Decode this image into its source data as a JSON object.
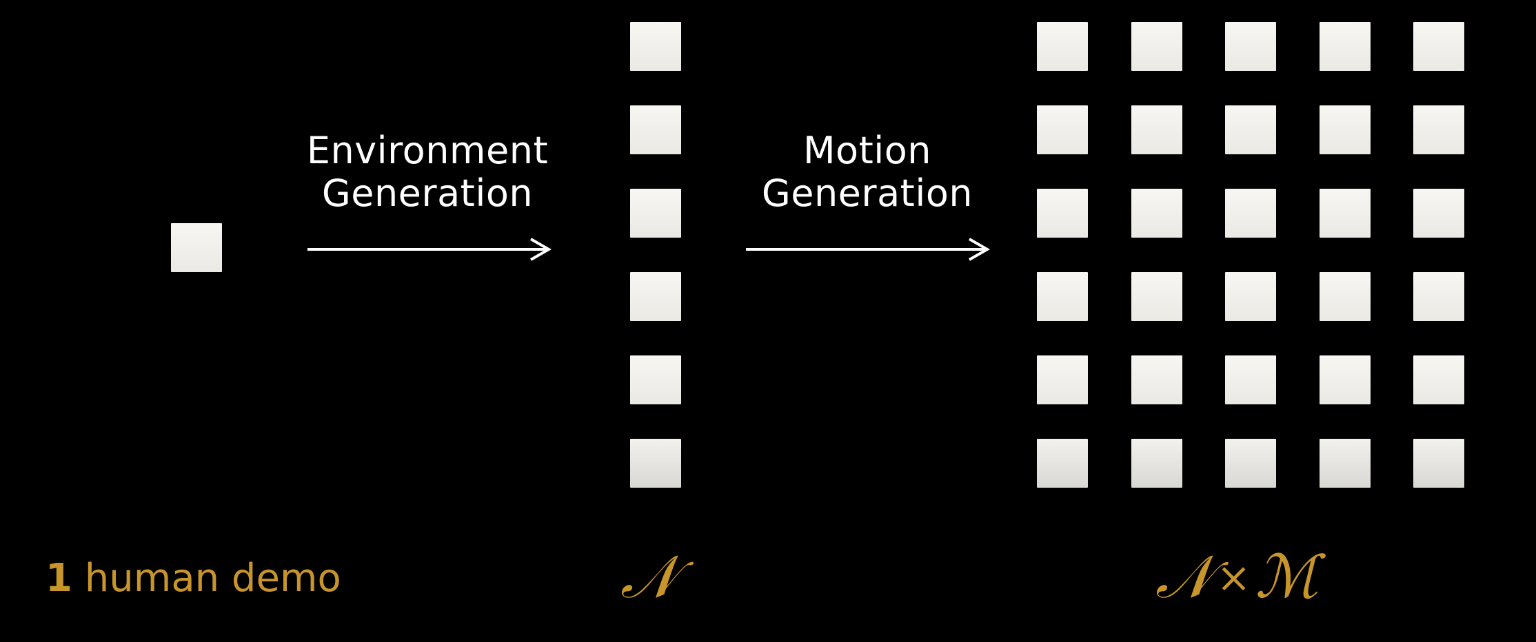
{
  "colors": {
    "background": "#000000",
    "tile": "#f5f4f0",
    "text": "#ffffff",
    "accent": "#c8952b"
  },
  "stages": {
    "environment_generation": {
      "line1": "Environment",
      "line2": "Generation"
    },
    "motion_generation": {
      "line1": "Motion",
      "line2": "Generation"
    }
  },
  "captions": {
    "demo_count": "1",
    "demo_text": "human demo",
    "n_symbol": "𝒩",
    "nm_n_symbol": "𝒩",
    "nm_times": "×",
    "nm_m_symbol": "ℳ"
  },
  "grids": {
    "source": {
      "rows": 1,
      "cols": 1
    },
    "environments": {
      "rows": 6,
      "cols": 1
    },
    "motions": {
      "rows": 6,
      "cols": 5
    }
  }
}
